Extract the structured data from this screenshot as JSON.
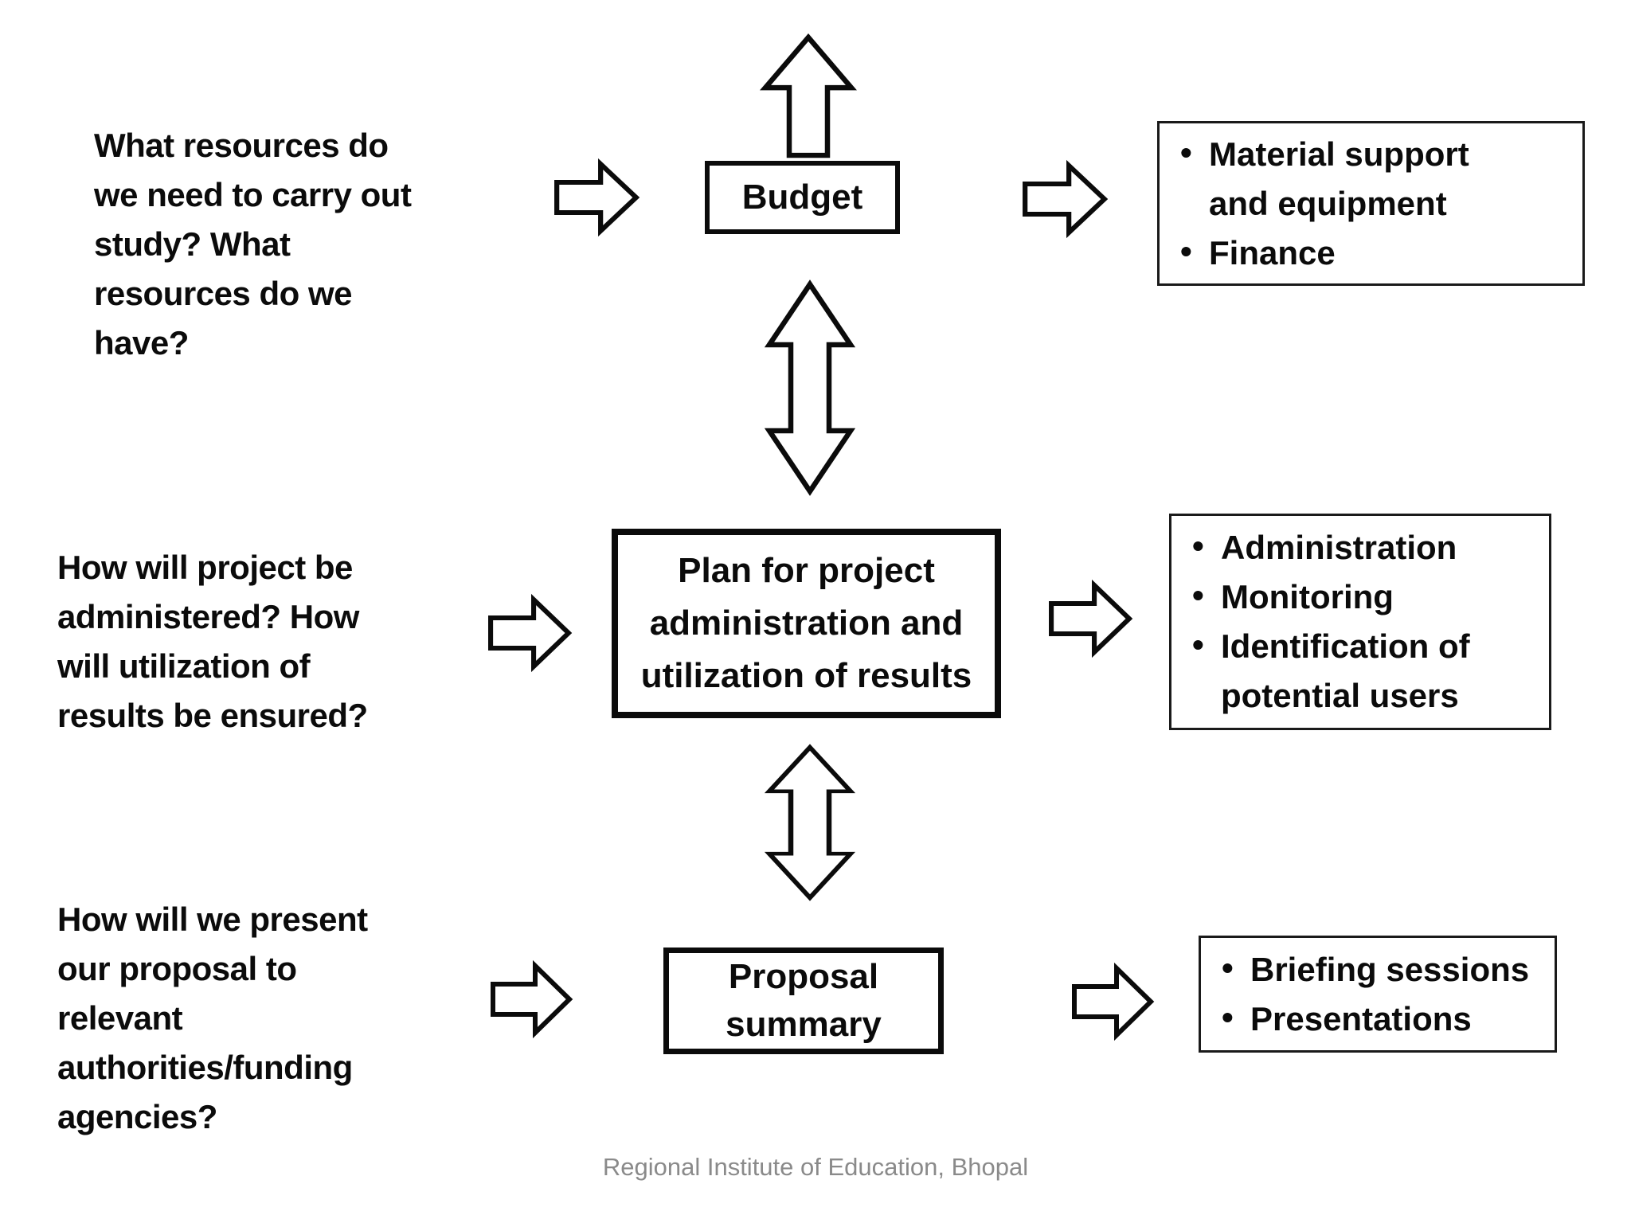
{
  "slide": {
    "footer": "Regional Institute of Education, Bhopal"
  },
  "colors": {
    "background": "#ffffff",
    "ink": "#0b0b0b",
    "footer_text": "#8a8a8a"
  },
  "icons": {
    "up_arrow": "block-arrow-up",
    "right_arrow": "block-arrow-right",
    "double_arrow": "block-arrow-vertical-double"
  },
  "rows": [
    {
      "question": "What resources do\nwe need to carry out\nstudy? What\nresources do we\nhave?",
      "box_label": "Budget",
      "outputs": [
        "Material support\nand equipment",
        "Finance"
      ]
    },
    {
      "question": "How will project be\nadministered? How\nwill utilization of\nresults be ensured?",
      "box_label": "Plan for project\nadministration and\nutilization of results",
      "outputs": [
        "Administration",
        "Monitoring",
        "Identification of\npotential users"
      ]
    },
    {
      "question": "How will we present\nour proposal to\nrelevant\nauthorities/funding\nagencies?",
      "box_label": "Proposal\nsummary",
      "outputs": [
        "Briefing sessions",
        "Presentations"
      ]
    }
  ]
}
